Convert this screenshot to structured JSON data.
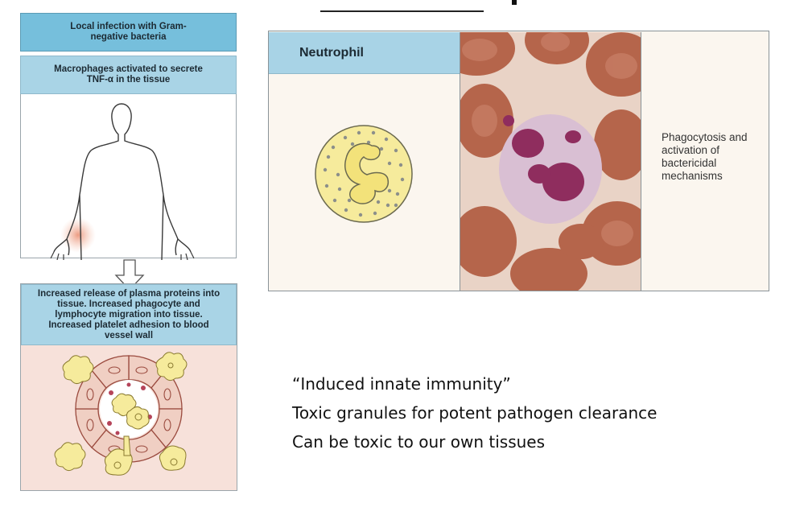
{
  "flow": {
    "step1": "Local infection with Gram-negative bacteria",
    "step2": "Macrophages activated to secrete TNF-α in the tissue",
    "step3": "Increased release of plasma proteins into tissue. Increased phagocyte and lymphocyte migration into tissue. Increased platelet adhesion to blood vessel wall"
  },
  "neutrophil": {
    "label": "Neutrophil",
    "description": "Phagocytosis and activation of bactericidal mechanisms"
  },
  "notes": [
    "“Induced innate immunity”",
    "Toxic granules for potent pathogen clearance",
    "Can be toxic to our own tissues"
  ],
  "colors": {
    "header_blue": "#76bfdc",
    "light_blue": "#a9d4e6",
    "tissue_pink": "#f7e1da",
    "cell_yellow": "#f6eb9c",
    "rbc_red": "#b5654b"
  }
}
